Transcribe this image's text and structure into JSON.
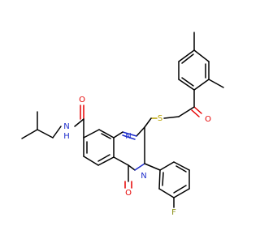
{
  "atoms": {
    "o_ketone": {
      "text": "O",
      "color": "#e60000"
    },
    "s_thio": {
      "text": "S",
      "color": "#b8a100"
    },
    "n_ring1": {
      "text": "N",
      "color": "#1f2ecc"
    },
    "n_ring3": {
      "text": "N",
      "color": "#1f2ecc"
    },
    "o_ring4": {
      "text": "O",
      "color": "#e60000"
    },
    "o_amide": {
      "text": "O",
      "color": "#e60000"
    },
    "n_amide": {
      "text": "N",
      "color": "#1f2ecc"
    },
    "h_amide": {
      "text": "H",
      "color": "#1f2ecc"
    },
    "f_phenyl": {
      "text": "F",
      "color": "#8b8f16"
    }
  }
}
